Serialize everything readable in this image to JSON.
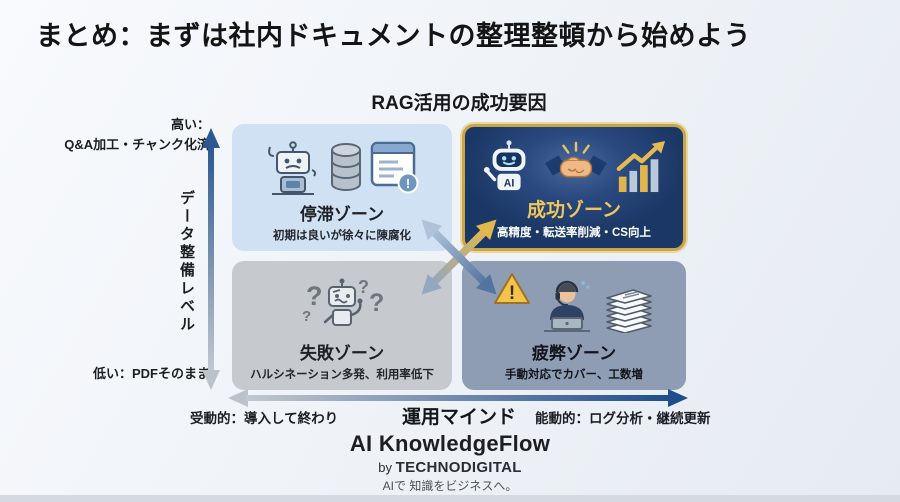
{
  "slide": {
    "title": "まとめ：まずは社内ドキュメントの整理整頓から始めよう",
    "chart_title": "RAG活用の成功要因"
  },
  "matrix": {
    "y_axis": {
      "title": "データ整備レベル",
      "high_line1": "高い：",
      "high_line2": "Q&A加工・チャンク化済",
      "low_label": "低い：PDFそのまま"
    },
    "x_axis": {
      "title": "運用マインド",
      "left_label": "受動的：導入して終わり",
      "right_label": "能動的：ログ分析・継続更新"
    },
    "quadrants": [
      {
        "id": "stagnation",
        "position": "top-left",
        "title": "停滞ゾーン",
        "subtitle": "初期は良いが徐々に陳腐化",
        "bg_color": "#cfe1f3",
        "icons": [
          "sad-robot-icon",
          "database-icon",
          "document-alert-icon"
        ]
      },
      {
        "id": "success",
        "position": "top-right",
        "title": "成功ゾーン",
        "subtitle": "高精度・転送率削減・CS向上",
        "bg_color": "#1d3c6e",
        "border_color": "#c7a54e",
        "title_color": "#f0c75c",
        "robot_label": "AI",
        "icons": [
          "happy-ai-robot-icon",
          "handshake-icon",
          "growth-chart-icon"
        ]
      },
      {
        "id": "failure",
        "position": "bottom-left",
        "title": "失敗ゾーン",
        "subtitle": "ハルシネーション多発、利用率低下",
        "bg_color": "#c6cacf",
        "icons": [
          "confused-robot-icon",
          "question-marks-icon"
        ]
      },
      {
        "id": "exhaustion",
        "position": "bottom-right",
        "title": "疲弊ゾーン",
        "subtitle": "手動対応でカバー、工数増",
        "bg_color": "#8e9db4",
        "icons": [
          "warning-icon",
          "support-agent-icon",
          "paper-stack-icon"
        ]
      }
    ]
  },
  "glyphs": {
    "question": "?",
    "exclamation": "!"
  },
  "footer": {
    "brand": "AI KnowledgeFlow",
    "by_prefix": "by",
    "company": "TECHNODIGITAL",
    "tagline": "AIで 知識をビジネスへ。"
  },
  "colors": {
    "accent_gold": "#c7a54e",
    "success_navy": "#1d3c6e",
    "arrow_navy": "#1e4d8c",
    "arrow_gray": "#c2c8cf",
    "quad_light_blue": "#cfe1f3",
    "quad_gray": "#c6cacf",
    "quad_blue_gray": "#8e9db4"
  }
}
